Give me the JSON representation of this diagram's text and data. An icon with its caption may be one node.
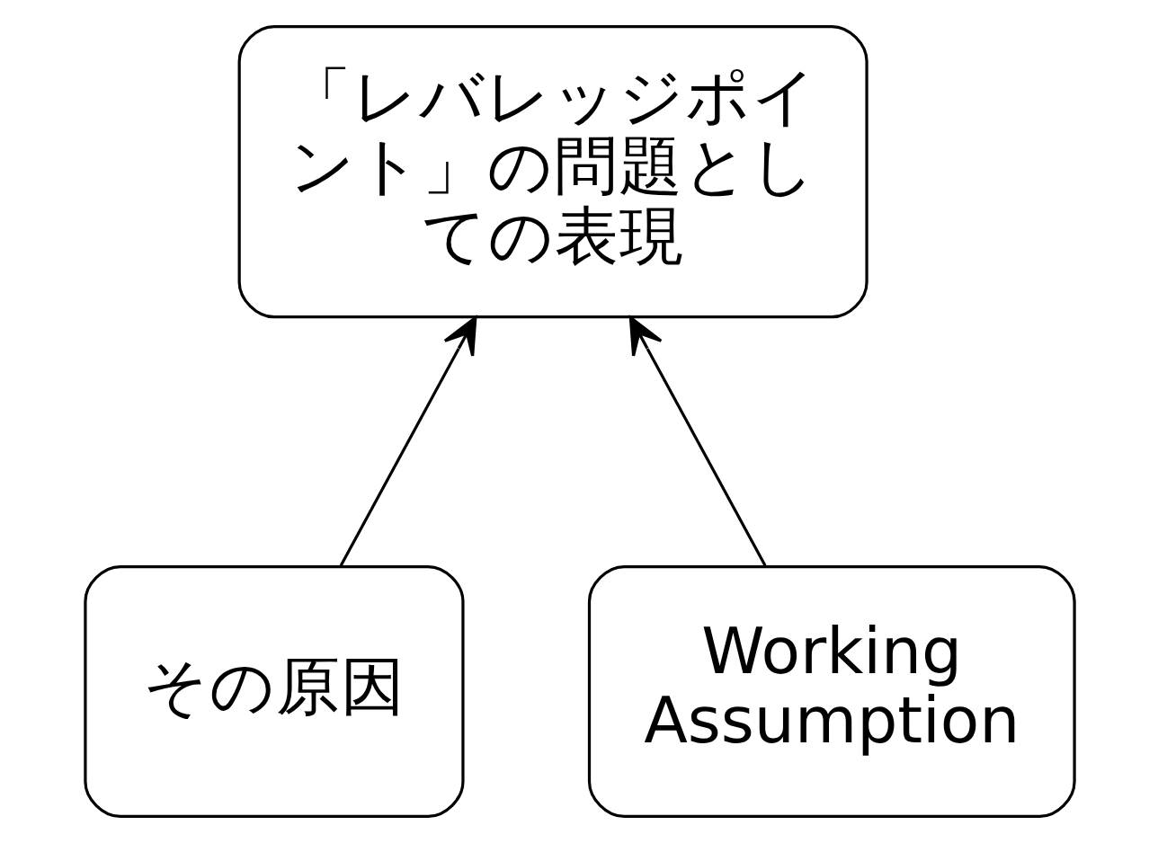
{
  "diagram": {
    "nodes": [
      {
        "text": [
          "「レバレッジポイント」の問題としての表現"
        ]
      },
      {
        "text": [
          "その原因"
        ]
      },
      {
        "text": [
          "Working Assumption"
        ]
      }
    ],
    "edges": [
      {
        "from": 1,
        "to": 0,
        "arrow": "to"
      },
      {
        "from": 2,
        "to": 0,
        "arrow": "to"
      }
    ]
  }
}
